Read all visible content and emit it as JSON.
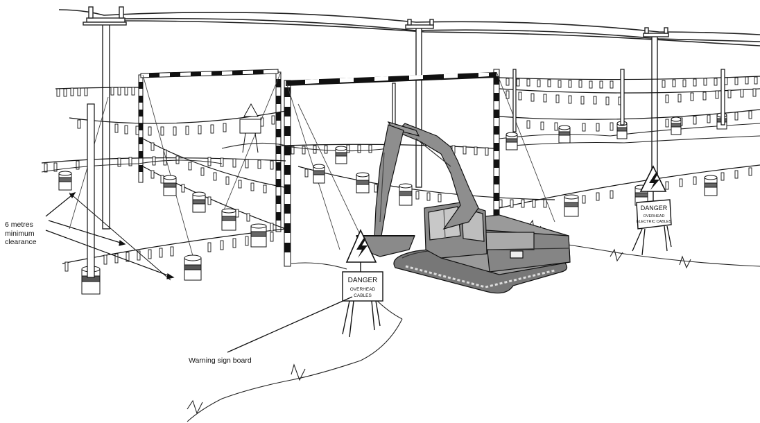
{
  "annotations": {
    "clearance_lines": [
      "6 metres",
      "minimum",
      "clearance"
    ],
    "sign_board_label": "Warning sign board"
  },
  "signs": {
    "front_sign": {
      "title": "DANGER",
      "line1": "OVERHEAD",
      "line2": "CABLES"
    },
    "right_sign": {
      "title": "DANGER",
      "line1": "OVERHEAD",
      "line2": "ELECTRIC CABLES"
    }
  },
  "icons": {
    "hazard": "lightning-bolt-warning-icon"
  }
}
